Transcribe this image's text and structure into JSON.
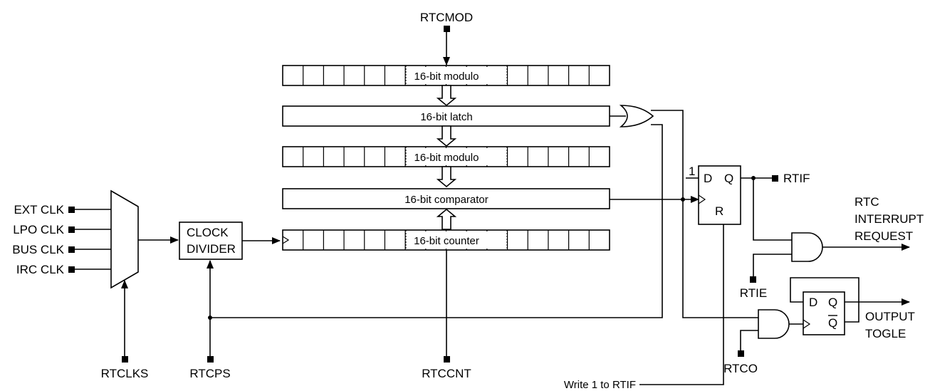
{
  "clock_sources": [
    "EXT CLK",
    "LPO CLK",
    "BUS CLK",
    "IRC CLK"
  ],
  "clock_divider": [
    "CLOCK",
    "DIVIDER"
  ],
  "registers": {
    "modulo_top": "16-bit modulo",
    "latch": "16-bit latch",
    "modulo_mid": "16-bit modulo",
    "comparator": "16-bit comparator",
    "counter": "16-bit counter"
  },
  "signals": {
    "rtcmod": "RTCMOD",
    "rtclks": "RTCLKS",
    "rtcps": "RTCPS",
    "rtccnt": "RTCCNT",
    "rtif": "RTIF",
    "rtie": "RTIE",
    "rtco": "RTCO",
    "write_rtif": "Write 1 to RTIF"
  },
  "flipflop_rtif": {
    "d": "D",
    "q": "Q",
    "r": "R",
    "const_one": "1"
  },
  "flipflop_toggle": {
    "d": "D",
    "q": "Q",
    "qbar": "Q"
  },
  "outputs": {
    "interrupt": [
      "RTC",
      "INTERRUPT",
      "REQUEST"
    ],
    "toggle": [
      "OUTPUT",
      "TOGLE"
    ]
  }
}
